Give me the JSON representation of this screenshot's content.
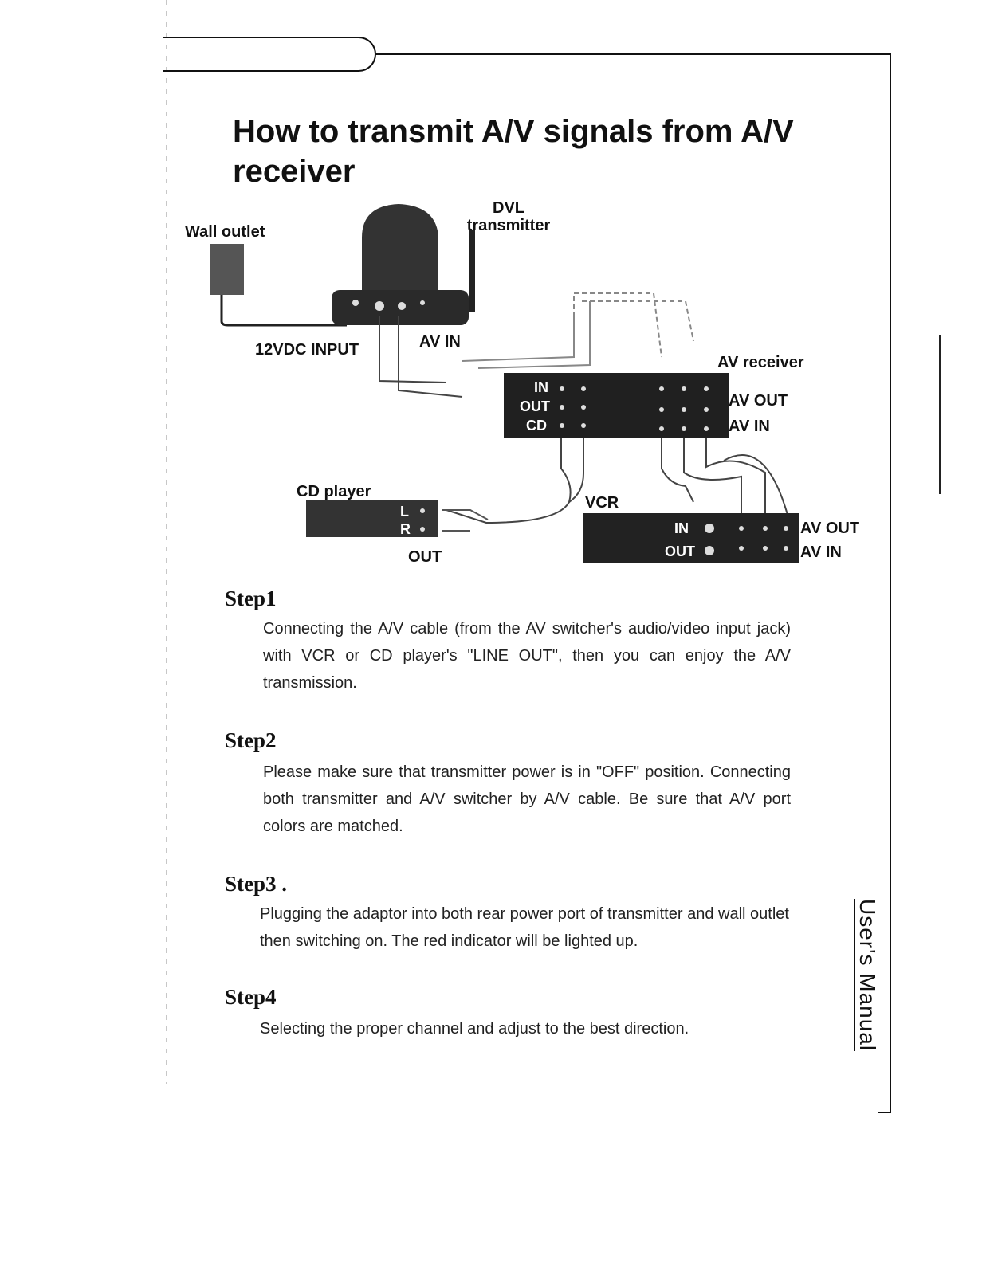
{
  "page_title": "How to transmit A/V signals from A/V receiver",
  "diagram": {
    "wall_outlet": "Wall outlet",
    "dvl_transmitter": "DVL transmitter",
    "dc_input": "12VDC INPUT",
    "av_in": "AV IN",
    "av_receiver": "AV receiver",
    "receiver_av_out": "AV OUT",
    "receiver_av_in": "AV IN",
    "receiver_ports": [
      "IN",
      "OUT",
      "CD"
    ],
    "cd_player": "CD player",
    "cd_ports": [
      "L",
      "R"
    ],
    "cd_out": "OUT",
    "vcr": "VCR",
    "vcr_ports": [
      "IN",
      "OUT"
    ],
    "vcr_av_out": "AV OUT",
    "vcr_av_in": "AV IN"
  },
  "steps": [
    {
      "heading": "Step1",
      "body": "Connecting the A/V cable (from the AV switcher's audio/video input jack) with VCR or CD player's \"LINE OUT\", then you can enjoy the A/V transmission."
    },
    {
      "heading": "Step2",
      "body": "Please make sure that transmitter power is in \"OFF\" position. Connecting both transmitter and A/V switcher by A/V cable. Be sure that A/V port colors are matched."
    },
    {
      "heading": "Step3 .",
      "body": "Plugging the adaptor into both rear power port of transmitter and wall outlet then switching on. The red indicator will be lighted up."
    },
    {
      "heading": "Step4",
      "body": "Selecting the proper channel and adjust to the best direction."
    }
  ],
  "side_title": "User's Manual"
}
